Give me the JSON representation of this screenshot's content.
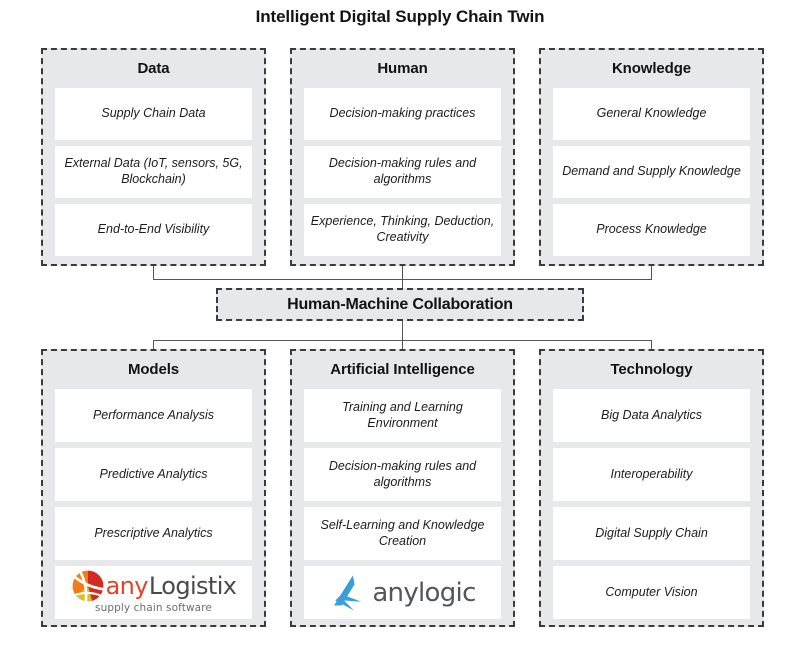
{
  "title": "Intelligent Digital Supply Chain Twin",
  "center": {
    "label": "Human-Machine Collaboration"
  },
  "colors": {
    "panel_background": "#e7e8e9",
    "panel_border": "#3b3b3b",
    "card_background": "#ffffff",
    "text": "#131313",
    "connector": "#555555",
    "anylogistix_any": "#e0442b",
    "anylogistix_logistix": "#4a4a4a",
    "anylogistix_orange": "#ef7d1a",
    "anylogistix_red": "#d42b20",
    "anylogistix_yellow": "#d4c12e",
    "anylogic_blue": "#3a9fd8",
    "anylogic_word": "#53565a"
  },
  "top_groups": [
    {
      "heading": "Data",
      "cards": [
        {
          "text": "Supply Chain Data",
          "type": "text"
        },
        {
          "text": "External Data (IoT, sensors, 5G, Blockchain)",
          "type": "text"
        },
        {
          "text": "End-to-End Visibility",
          "type": "text"
        }
      ]
    },
    {
      "heading": "Human",
      "cards": [
        {
          "text": "Decision-making practices",
          "type": "text"
        },
        {
          "text": "Decision-making rules and algorithms",
          "type": "text"
        },
        {
          "text": "Experience, Thinking, Deduction, Creativity",
          "type": "text"
        }
      ]
    },
    {
      "heading": "Knowledge",
      "cards": [
        {
          "text": "General Knowledge",
          "type": "text"
        },
        {
          "text": "Demand and Supply Knowledge",
          "type": "text"
        },
        {
          "text": "Process Knowledge",
          "type": "text"
        }
      ]
    }
  ],
  "bottom_groups": [
    {
      "heading": "Models",
      "cards": [
        {
          "text": "Performance Analysis",
          "type": "text"
        },
        {
          "text": "Predictive Analytics",
          "type": "text"
        },
        {
          "text": "Prescriptive Analytics",
          "type": "text"
        },
        {
          "text": "",
          "type": "logo",
          "logo": "anylogistix-logo"
        }
      ]
    },
    {
      "heading": "Artificial Intelligence",
      "cards": [
        {
          "text": "Training and Learning Environment",
          "type": "text"
        },
        {
          "text": "Decision-making rules and algorithms",
          "type": "text"
        },
        {
          "text": "Self-Learning and Knowledge Creation",
          "type": "text"
        },
        {
          "text": "",
          "type": "logo",
          "logo": "anylogic-logo"
        }
      ]
    },
    {
      "heading": "Technology",
      "cards": [
        {
          "text": "Big Data Analytics",
          "type": "text"
        },
        {
          "text": "Interoperability",
          "type": "text"
        },
        {
          "text": "Digital Supply Chain",
          "type": "text"
        },
        {
          "text": "Computer Vision",
          "type": "text"
        }
      ]
    }
  ],
  "logos": {
    "anylogistix": {
      "name": "anyLogistix",
      "word_any": "any",
      "word_logistix": "Logistix",
      "tagline": "supply chain software"
    },
    "anylogic": {
      "name": "anylogic",
      "word": "anylogic"
    }
  }
}
